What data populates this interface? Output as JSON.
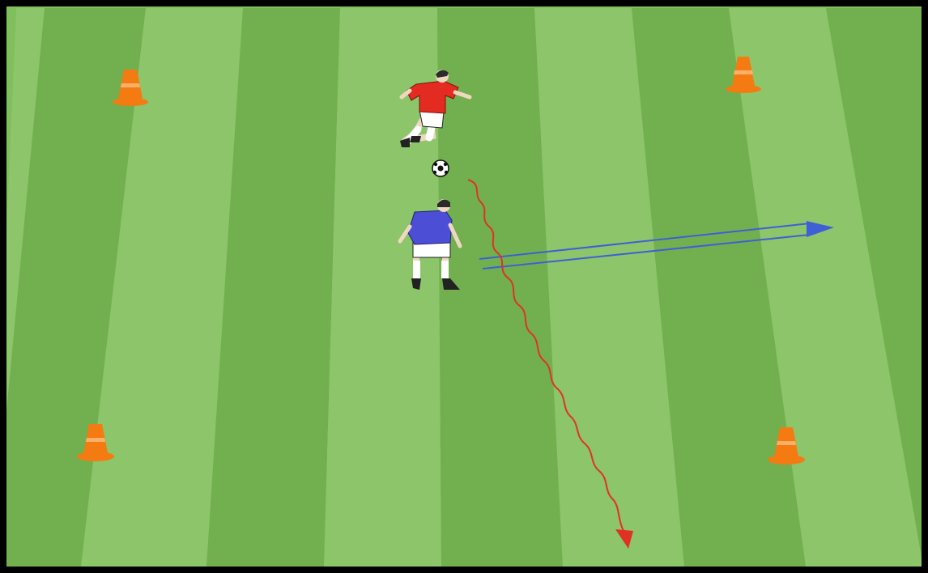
{
  "diagram": {
    "type": "soccer-drill",
    "elements": {
      "cones": {
        "count": 4,
        "color": "#f47a12"
      },
      "attacker": {
        "kit": "red",
        "shirt_color": "#e42b22",
        "role": "dribbling toward ball"
      },
      "defender": {
        "kit": "blue",
        "shirt_color": "#4c4fd6",
        "role": "facing attacker"
      },
      "ball": {
        "icon": "soccer-ball-icon"
      },
      "dribble_path": {
        "style": "wavy",
        "color": "#e03224",
        "direction": "down-right"
      },
      "run_path": {
        "style": "double-line arrow",
        "color": "#3f5fd6",
        "direction": "right"
      }
    },
    "field": {
      "stripe_light": "#8cc56a",
      "stripe_dark": "#72b04f",
      "border_color": "#000000"
    }
  }
}
